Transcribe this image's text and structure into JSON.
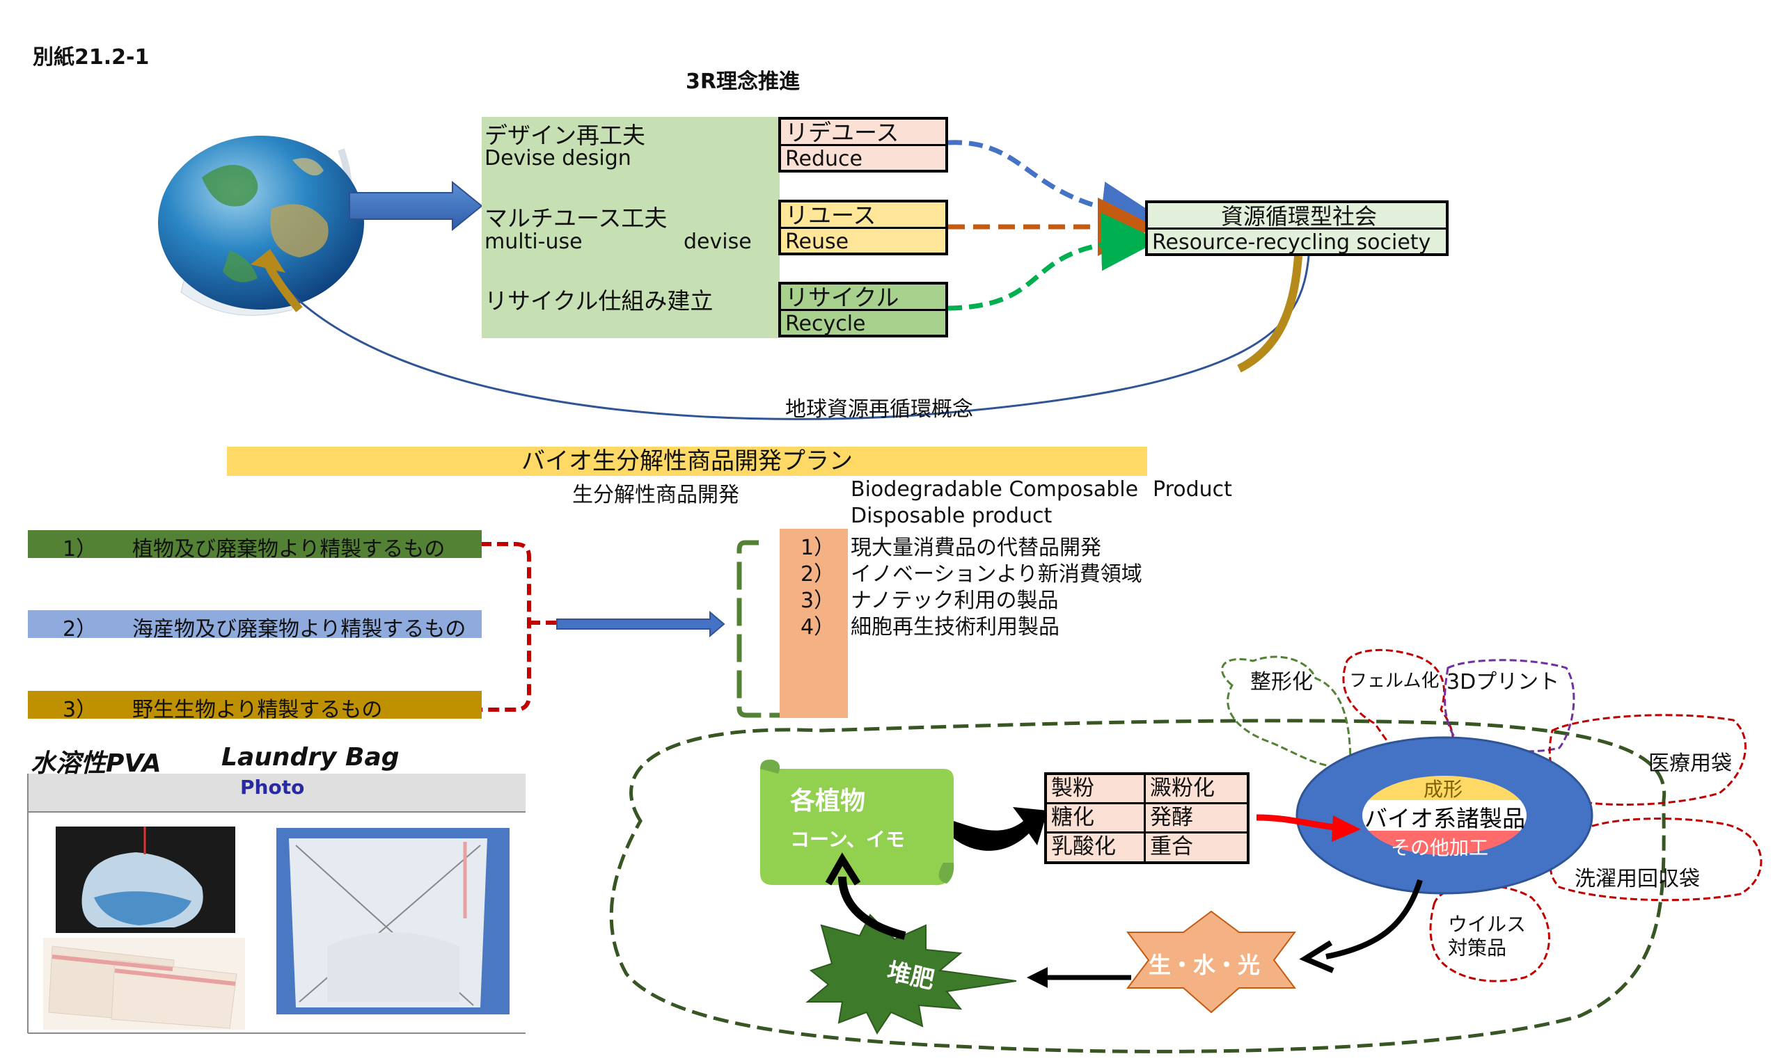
{
  "doc_id": "別紙21.2-1",
  "section1": {
    "title": "3R理念推進",
    "design_panel": {
      "line1": "デザイン再工夫",
      "line2": "Devise design",
      "line3": "マルチユース工夫",
      "line4a": "multi-use",
      "line4b": "devise",
      "line5": "リサイクル仕組み建立"
    },
    "reduce": {
      "jp": "リデユース",
      "en": "Reduce"
    },
    "reuse": {
      "jp": "リユース",
      "en": "Reuse"
    },
    "recycle": {
      "jp": "リサイクル",
      "en": "Recycle"
    },
    "society": {
      "jp": "資源循環型社会",
      "en": "Resource-recycling society"
    },
    "loop_label": "地球資源再循環概念"
  },
  "section2": {
    "banner": "バイオ生分解性商品開発プラン",
    "sub_jp": "生分解性商品開発",
    "sub_en1": "Biodegradable Composable",
    "sub_en2": "Product",
    "sub_en3": "Disposable product",
    "sources": [
      {
        "num": "1）",
        "text": "植物及び廃棄物より精製するもの"
      },
      {
        "num": "2）",
        "text": "海産物及び廃棄物より精製するもの"
      },
      {
        "num": "3）",
        "text": "野生生物より精製するもの"
      }
    ],
    "products": [
      {
        "num": "1）",
        "text": "現大量消費品の代替品開発"
      },
      {
        "num": "2）",
        "text": "イノベーションより新消費領域"
      },
      {
        "num": "3）",
        "text": "ナノテック利用の製品"
      },
      {
        "num": "4）",
        "text": "細胞再生技術利用製品"
      }
    ]
  },
  "section3": {
    "title_left": "水溶性PVA",
    "title_right": "Laundry Bag",
    "photo_header": "Photo"
  },
  "section4": {
    "plants": {
      "title": "各植物",
      "sub": "コーン、イモ"
    },
    "process": [
      [
        "製粉",
        "澱粉化"
      ],
      [
        "糖化",
        "発酵"
      ],
      [
        "乳酸化",
        "重合"
      ]
    ],
    "products": {
      "top": "成形",
      "middle": "バイオ系諸製品",
      "bottom": "その他加工"
    },
    "uses": [
      "整形化",
      "フェルム化",
      "3Dプリント",
      "医療用袋",
      "洗濯用回収袋",
      "ウイルス対策品"
    ],
    "life": "生・水・光",
    "compost": "堆肥"
  },
  "colors": {
    "green_panel": "#c6e0b4",
    "salmon": "#fbe0d5",
    "yellow": "#ffe699",
    "green_box": "#a9d18e",
    "banner": "#ffd966",
    "olive_bar": "#548235",
    "blue_bar": "#8faadc",
    "gold_bar": "#bf9000",
    "orange_box": "#f4b183",
    "lime": "#8dc63f",
    "dark_green": "#3d5c1c",
    "ellipse_blue": "#4472c4"
  }
}
